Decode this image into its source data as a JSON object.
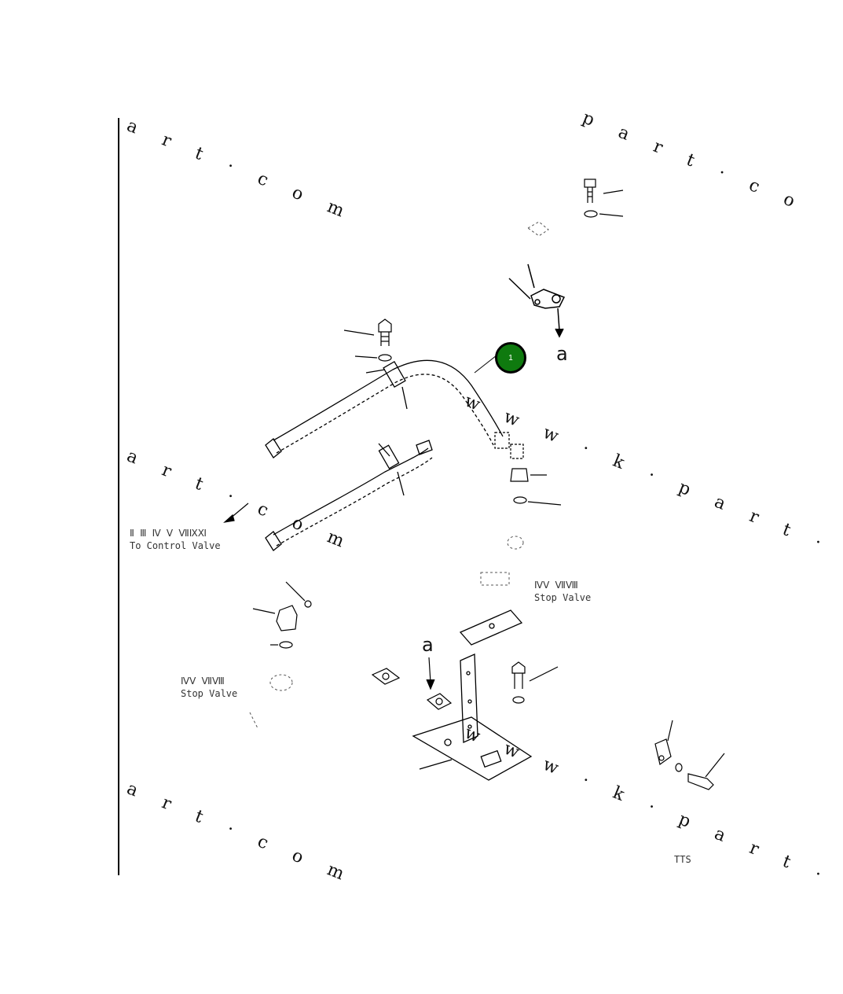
{
  "callout": {
    "number": "1",
    "color": "#0f7a0f"
  },
  "references": {
    "a_top": "a",
    "a_bottom": "a"
  },
  "watermarks": {
    "left_1": "a r t · c o m",
    "left_2": "a r t · c o m",
    "left_3": "a r t · c o m",
    "right_1": "p a r t · c o",
    "right_2": "w w w · k · p a r t · c o",
    "right_3": "w w w · k · p a r t · c o"
  },
  "labels": {
    "control_valve_line1": "Ⅱ Ⅲ Ⅳ Ⅴ ⅦⅨⅪ",
    "control_valve_line2": "To Control Valve",
    "stop_valve_right_line1": "ⅣⅤ ⅦⅧ",
    "stop_valve_right_line2": "Stop Valve",
    "stop_valve_left_line1": "ⅣⅤ ⅦⅧ",
    "stop_valve_left_line2": "Stop Valve",
    "corner_code": "TTS"
  }
}
